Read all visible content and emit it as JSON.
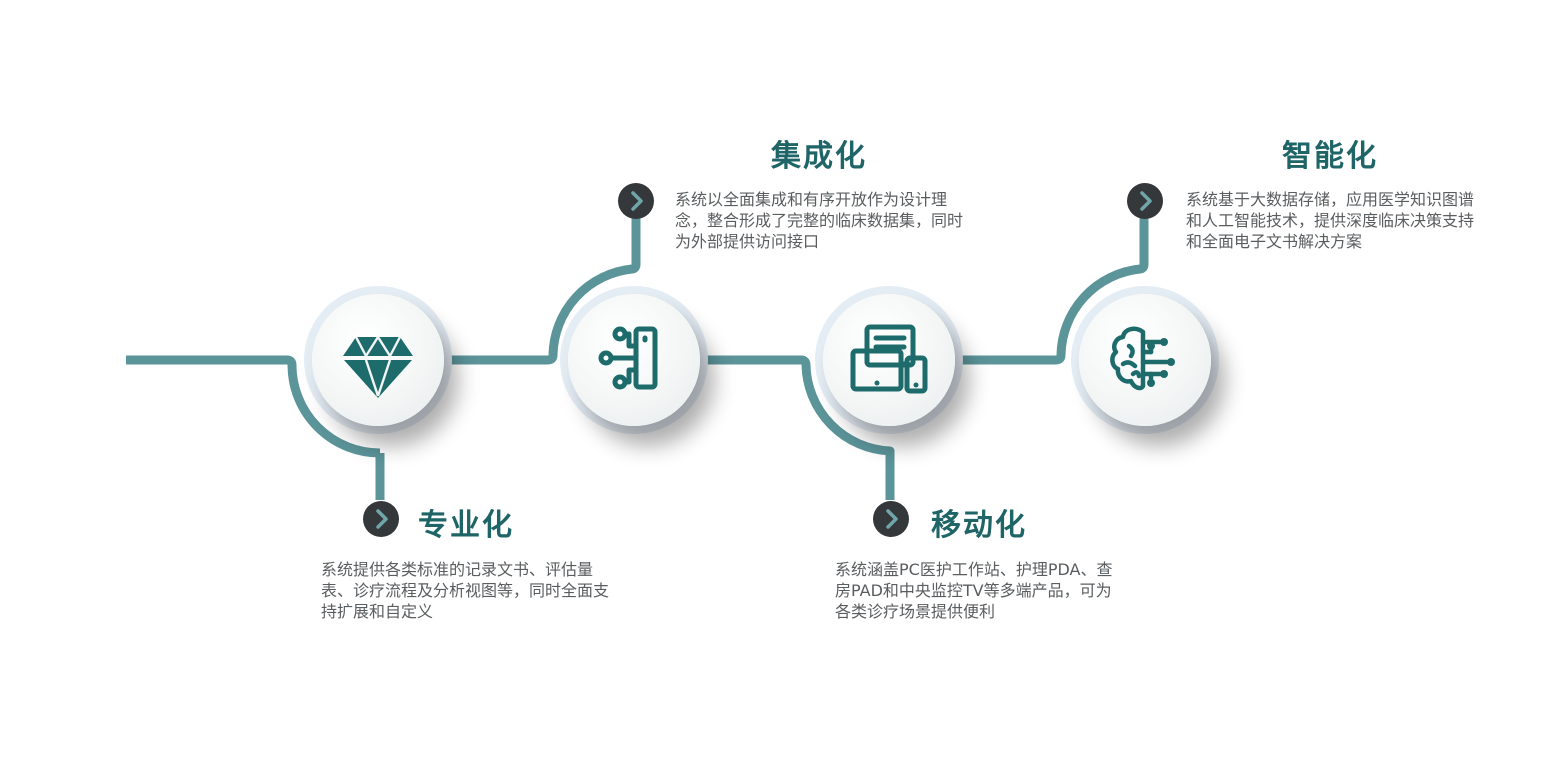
{
  "colors": {
    "accent": "#5b9499",
    "title": "#1f6567",
    "icon": "#1e6b6c",
    "dot": "#35383a",
    "text": "#5a5d5f"
  },
  "steps": [
    {
      "title": "专业化",
      "icon": "diamond-icon",
      "desc": "系统提供各类标准的记录文书、评估量表、诊疗流程及分析视图等，同时全面支持扩展和自定义"
    },
    {
      "title": "集成化",
      "icon": "integration-icon",
      "desc": "系统以全面集成和有序开放作为设计理念，整合形成了完整的临床数据集，同时为外部提供访问接口"
    },
    {
      "title": "移动化",
      "icon": "devices-icon",
      "desc": "系统涵盖PC医护工作站、护理PDA、查房PAD和中央监控TV等多端产品，可为各类诊疗场景提供便利"
    },
    {
      "title": "智能化",
      "icon": "brain-circuit-icon",
      "desc": "系统基于大数据存储，应用医学知识图谱和人工智能技术，提供深度临床决策支持和全面电子文书解决方案"
    }
  ]
}
